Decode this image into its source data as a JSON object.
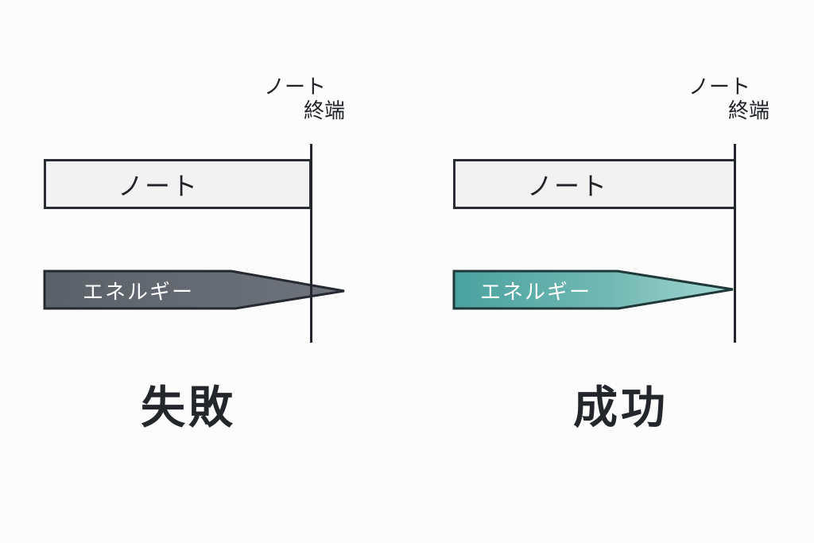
{
  "panels": [
    {
      "id": "failure",
      "terminal_label": {
        "line1": "ノート",
        "line2": "終端"
      },
      "note_label": "ノート",
      "energy_label": "エネルギー",
      "energy_overshoots_terminal": true,
      "result_label": "失敗",
      "colors": {
        "energy_fill_start": "#5c626a",
        "energy_fill_end": "#6b7079",
        "energy_stroke": "#2a2e34"
      }
    },
    {
      "id": "success",
      "terminal_label": {
        "line1": "ノート",
        "line2": "終端"
      },
      "note_label": "ノート",
      "energy_label": "エネルギー",
      "energy_overshoots_terminal": false,
      "result_label": "成功",
      "colors": {
        "energy_fill_start": "#4aa3a0",
        "energy_fill_end": "#9ad2cd",
        "energy_stroke": "#1f3a3a"
      }
    }
  ]
}
